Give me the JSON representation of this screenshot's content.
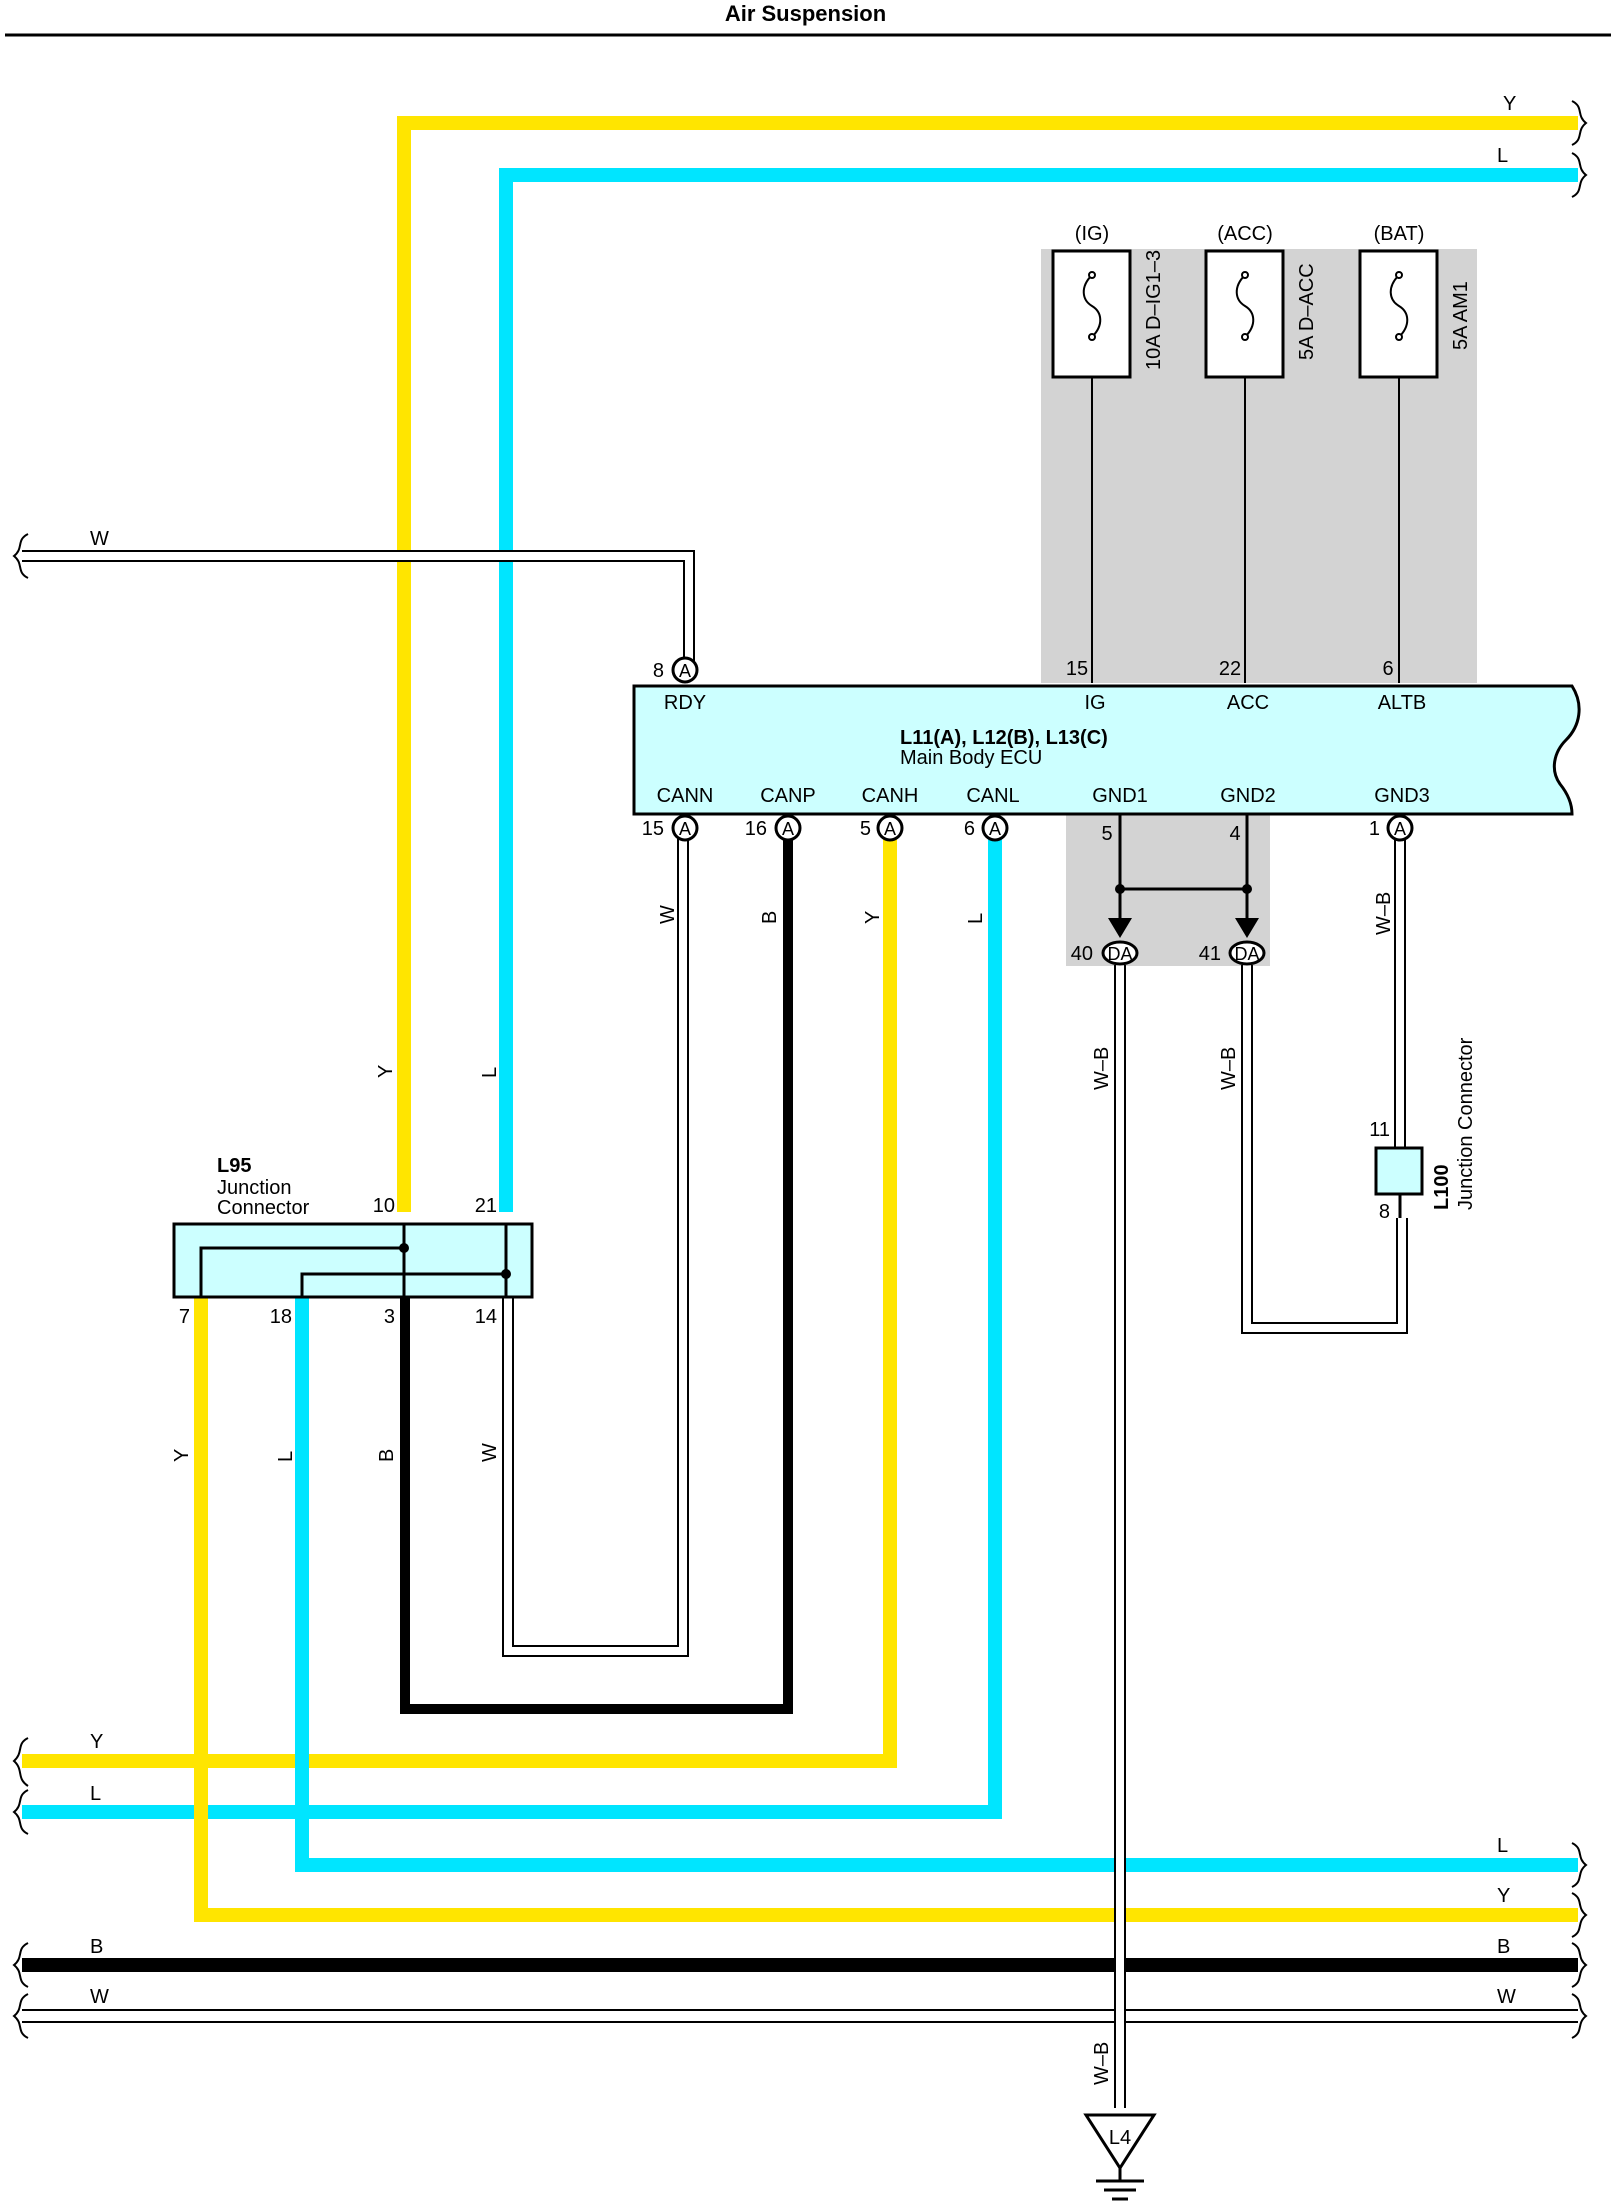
{
  "title": "Air Suspension",
  "colors": {
    "yellow": "#FFE500",
    "cyan": "#00E5FF",
    "black": "#000000",
    "white": "#FFFFFF",
    "ecu_fill": "#CCFFFF",
    "shade": "#D3D3D3"
  },
  "ecu": {
    "ids": "L11(A), L12(B), L13(C)",
    "name": "Main Body ECU",
    "top_pins": [
      {
        "label": "RDY",
        "num": "8",
        "conn": "A"
      },
      {
        "label": "IG",
        "num": "15"
      },
      {
        "label": "ACC",
        "num": "22"
      },
      {
        "label": "ALTB",
        "num": "6"
      }
    ],
    "bottom_pins": [
      {
        "label": "CANN",
        "num": "15",
        "conn": "A"
      },
      {
        "label": "CANP",
        "num": "16",
        "conn": "A"
      },
      {
        "label": "CANH",
        "num": "5",
        "conn": "A"
      },
      {
        "label": "CANL",
        "num": "6",
        "conn": "A"
      },
      {
        "label": "GND1",
        "num": "5"
      },
      {
        "label": "GND2",
        "num": "4"
      },
      {
        "label": "GND3",
        "num": "1",
        "conn": "A"
      }
    ]
  },
  "fuses": [
    {
      "source": "(IG)",
      "rating": "10A D–IG1–3"
    },
    {
      "source": "(ACC)",
      "rating": "5A D–ACC"
    },
    {
      "source": "(BAT)",
      "rating": "5A AM1"
    }
  ],
  "jc_l95": {
    "id": "L95",
    "line1": "Junction",
    "line2": "Connector",
    "pins": [
      "10",
      "21",
      "7",
      "18",
      "3",
      "14"
    ]
  },
  "jc_l100": {
    "id": "L100",
    "label": "Junction Connector",
    "pins": [
      "11",
      "8"
    ]
  },
  "da": {
    "code": "DA",
    "pins": [
      "40",
      "41"
    ]
  },
  "ground": {
    "label": "L4"
  },
  "wire_labels": {
    "Y": "Y",
    "L": "L",
    "W": "W",
    "B": "B",
    "WB": "W–B"
  }
}
